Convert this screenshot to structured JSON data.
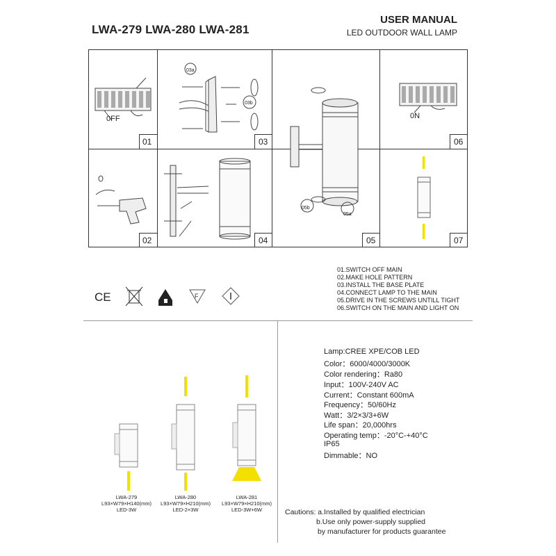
{
  "header": {
    "models": "LWA-279  LWA-280 LWA-281",
    "title": "USER MANUAL",
    "subtitle": "LED OUTDOOR WALL LAMP"
  },
  "steps": {
    "n01": "01",
    "n02": "02",
    "n03": "03",
    "n04": "04",
    "n05": "05",
    "n06": "06",
    "n07": "07",
    "off_label": "0FF",
    "on_label": "0N",
    "callout_03a": "03a",
    "callout_03b": "03b",
    "callout_05a": "05a",
    "callout_05b": "05b"
  },
  "instructions": [
    "01.SWITCH OFF MAIN",
    "02.MAKE HOLE PATTERN",
    "03.INSTALL THE BASE PLATE",
    "04.CONNECT LAMP TO THE MAIN",
    "05.DRIVE IN THE SCREWS UNTILL TIGHT",
    "06.SWITCH ON THE MAIN AND LIGHT ON"
  ],
  "certification_icons": [
    "ce-mark-icon",
    "weee-bin-icon",
    "indoor-house-icon",
    "f-mark-icon",
    "class-ii-icon"
  ],
  "cert": {
    "ce": "CE",
    "f": "F"
  },
  "specs": [
    "Lamp:CREE XPE/COB  LED",
    "Color：6000/4000/3000K",
    "Color rendering：Ra80",
    "Input：100V-240V AC",
    "Current：Constant 600mA",
    "Frequency：50/60Hz",
    "Watt：3/2×3/3+6W",
    "Life span：20,000hrs",
    "Operating temp：-20°C-+40°C",
    "IP65",
    "Dimmable：NO"
  ],
  "models": [
    {
      "name": "LWA-279",
      "dims": "L93×W79×H140(mm)",
      "led": "LED-3W"
    },
    {
      "name": "LWA-280",
      "dims": "L93×W79×H210(mm)",
      "led": "LED-2×3W"
    },
    {
      "name": "LWA-281",
      "dims": "L93×W79×H210(mm)",
      "led": "LED-3W+6W"
    }
  ],
  "cautions": {
    "line1": "Cautions: a.Installed by qualified electrician",
    "line2": "b.Use only power-supply supplied",
    "line3": "by manufacturer for products guarantee"
  },
  "colors": {
    "line": "#333333",
    "beam": "#f4e000",
    "lamp": "#888888"
  }
}
